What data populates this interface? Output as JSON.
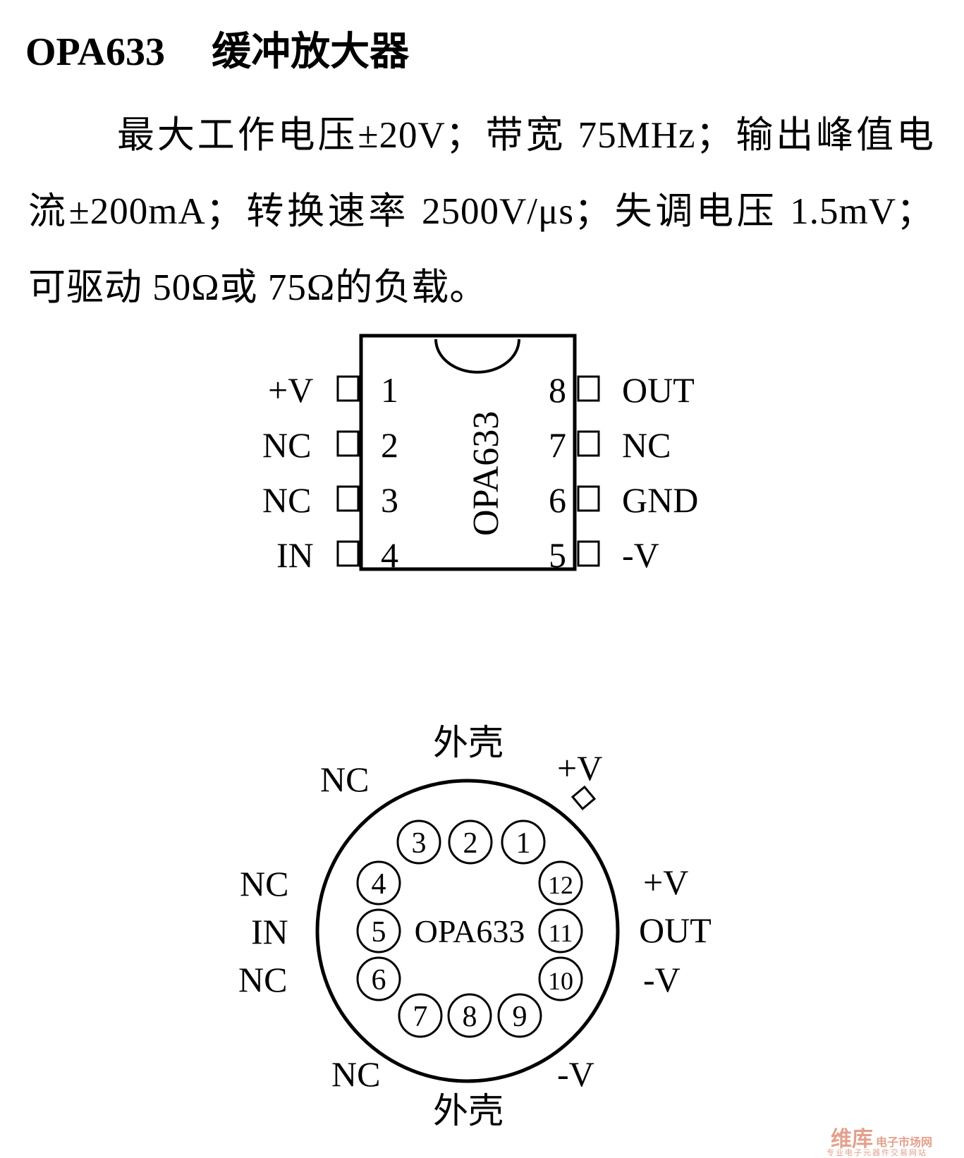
{
  "heading": {
    "part": "OPA633",
    "name": "缓冲放大器"
  },
  "description": "最大工作电压±20V；带宽 75MHz；输出峰值电流±200mA；转换速率 2500V/μs；失调电压 1.5mV；可驱动 50Ω或 75Ω的负载。",
  "dip8": {
    "body_label": "OPA633",
    "left_pins": [
      {
        "num": "1",
        "name": "+V"
      },
      {
        "num": "2",
        "name": "NC"
      },
      {
        "num": "3",
        "name": "NC"
      },
      {
        "num": "4",
        "name": "IN"
      }
    ],
    "right_pins": [
      {
        "num": "8",
        "name": "OUT"
      },
      {
        "num": "7",
        "name": "NC"
      },
      {
        "num": "6",
        "name": "GND"
      },
      {
        "num": "5",
        "name": "-V"
      }
    ]
  },
  "can12": {
    "center_label": "OPA633",
    "pins": [
      "1",
      "2",
      "3",
      "4",
      "5",
      "6",
      "7",
      "8",
      "9",
      "10",
      "11",
      "12"
    ],
    "labels": {
      "case_top": "外壳",
      "case_bottom": "外壳",
      "nc_upper_left": "NC",
      "tab_v_plus": "+V",
      "pin4": "NC",
      "pin5": "IN",
      "pin6": "NC",
      "pin12": "+V",
      "pin11": "OUT",
      "pin10": "-V",
      "nc_lower_left": "NC",
      "v_minus_lower_right": "-V"
    }
  },
  "watermark": {
    "main": "维库",
    "sub": "电子市场网",
    "tagline": "专业电子元器件交易网站"
  },
  "colors": {
    "ink": "#000000",
    "paper": "#ffffff",
    "watermark": "#e3a08c"
  }
}
